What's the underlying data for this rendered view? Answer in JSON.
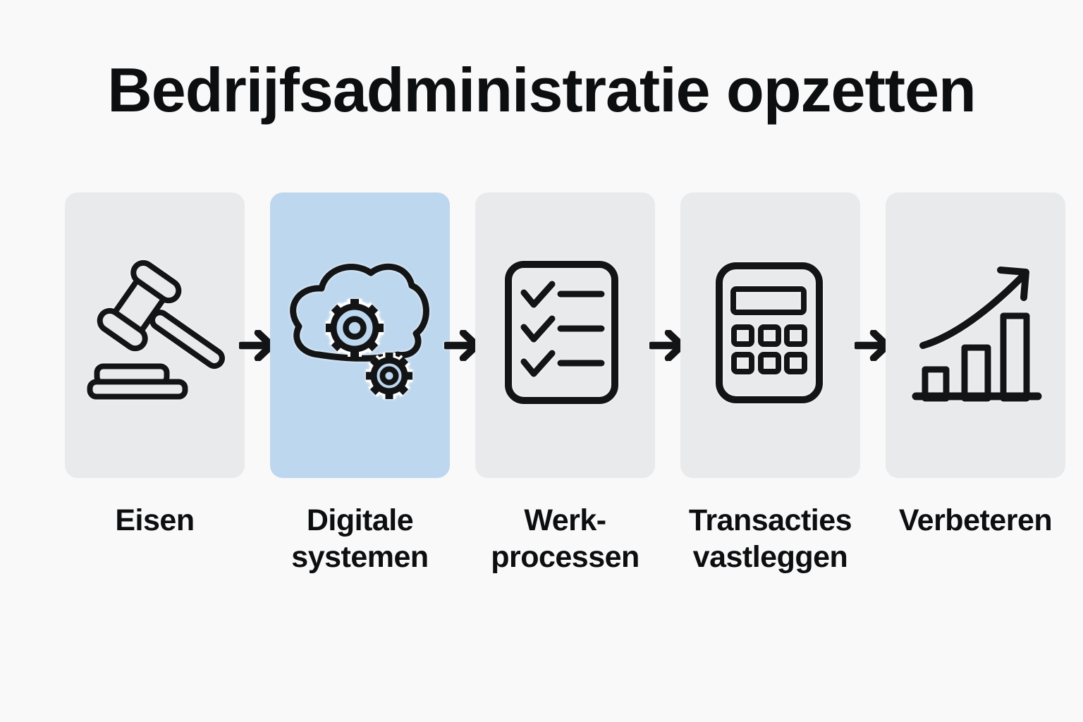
{
  "title": "Bedrijfsadministratie opzetten",
  "steps": [
    {
      "label": "Eisen",
      "icon": "gavel-icon",
      "highlighted": false
    },
    {
      "label": "Digitale systemen",
      "icon": "cloud-gears-icon",
      "highlighted": true
    },
    {
      "label": "Werk-processen",
      "icon": "checklist-icon",
      "highlighted": false
    },
    {
      "label": "Transacties vastleggen",
      "icon": "calculator-icon",
      "highlighted": false
    },
    {
      "label": "Verbeteren",
      "icon": "growth-chart-icon",
      "highlighted": false
    }
  ],
  "connector_icon": "arrow-right-icon",
  "colors": {
    "background": "#f9f9fa",
    "card_default": "#e9eaeb",
    "card_highlight": "#bdd7ee",
    "ink": "#131416"
  }
}
